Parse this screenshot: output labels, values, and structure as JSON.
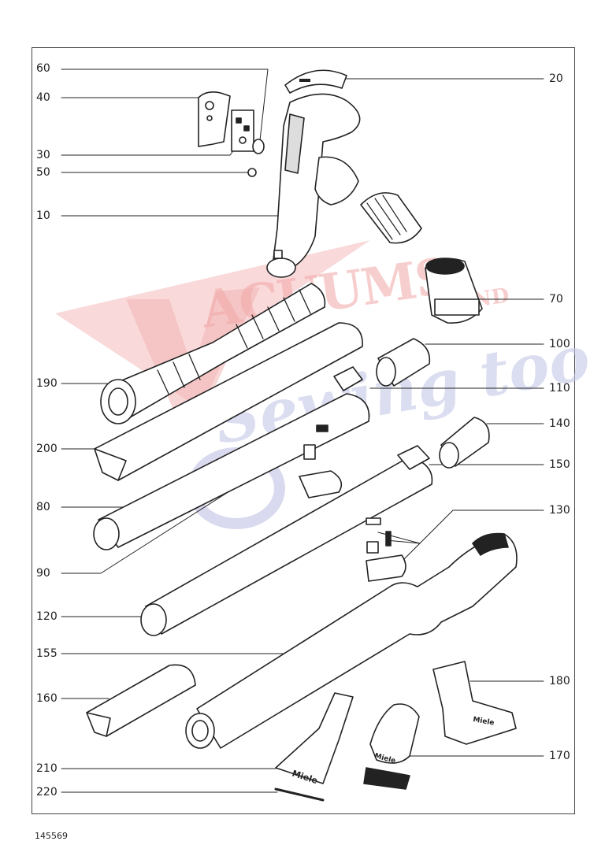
{
  "diagram": {
    "document_number": "145569",
    "watermark": {
      "line1": "ACUUMS",
      "line1_suffix": "AND",
      "line2": "Sewing too"
    },
    "callouts": [
      {
        "id": "c60",
        "number": "60"
      },
      {
        "id": "c40",
        "number": "40"
      },
      {
        "id": "c30",
        "number": "30"
      },
      {
        "id": "c50",
        "number": "50"
      },
      {
        "id": "c10",
        "number": "10"
      },
      {
        "id": "c190",
        "number": "190"
      },
      {
        "id": "c200",
        "number": "200"
      },
      {
        "id": "c80",
        "number": "80"
      },
      {
        "id": "c90",
        "number": "90"
      },
      {
        "id": "c120",
        "number": "120"
      },
      {
        "id": "c155",
        "number": "155"
      },
      {
        "id": "c160",
        "number": "160"
      },
      {
        "id": "c210",
        "number": "210"
      },
      {
        "id": "c220",
        "number": "220"
      },
      {
        "id": "c20",
        "number": "20"
      },
      {
        "id": "c70",
        "number": "70"
      },
      {
        "id": "c100",
        "number": "100"
      },
      {
        "id": "c110",
        "number": "110"
      },
      {
        "id": "c140",
        "number": "140"
      },
      {
        "id": "c150",
        "number": "150"
      },
      {
        "id": "c130",
        "number": "130"
      },
      {
        "id": "c180",
        "number": "180"
      },
      {
        "id": "c170",
        "number": "170"
      }
    ],
    "brand_marks": [
      "Miele",
      "Miele",
      "Miele"
    ]
  }
}
